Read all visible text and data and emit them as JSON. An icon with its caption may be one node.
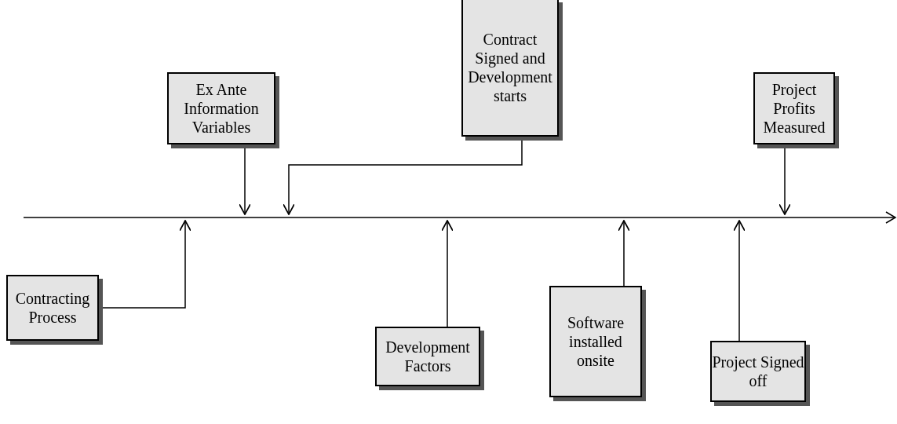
{
  "diagram": {
    "nodes": [
      {
        "text": [
          "Ex Ante Information Variables"
        ]
      },
      {
        "text": [
          "Contract Signed and Development starts"
        ]
      },
      {
        "text": [
          "Project Profits Measured"
        ]
      },
      {
        "text": [
          "Contracting Process"
        ]
      },
      {
        "text": [
          "Development Factors"
        ]
      },
      {
        "text": [
          "Software installed onsite"
        ]
      },
      {
        "text": [
          "Project Signed off"
        ]
      }
    ],
    "edges": [
      {
        "from": 0,
        "to": null,
        "arrow": "to"
      },
      {
        "from": 1,
        "to": null,
        "arrow": "to"
      },
      {
        "from": 2,
        "to": null,
        "arrow": "to"
      },
      {
        "from": 3,
        "to": null,
        "arrow": "to"
      },
      {
        "from": 4,
        "to": null,
        "arrow": "to"
      },
      {
        "from": 5,
        "to": null,
        "arrow": "to"
      },
      {
        "from": 6,
        "to": null,
        "arrow": "to"
      }
    ]
  }
}
